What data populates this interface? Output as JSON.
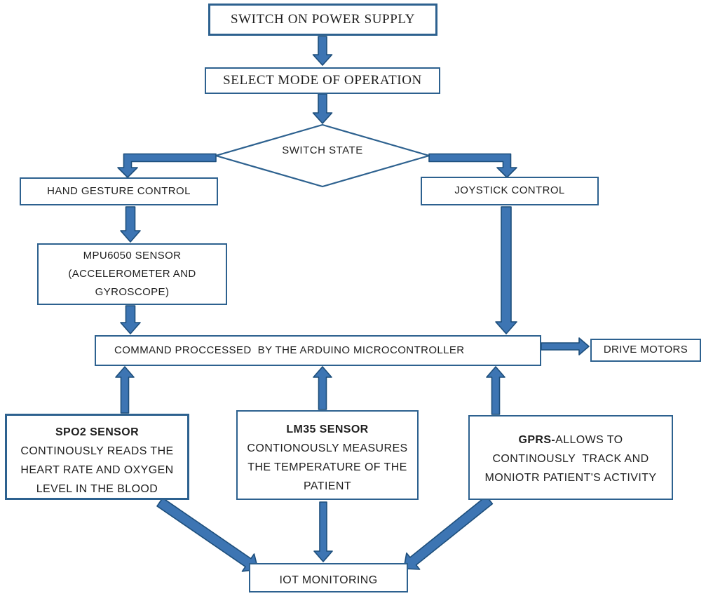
{
  "colors": {
    "arrow_fill": "#3d75b3",
    "arrow_stroke": "#1d4e7b",
    "box_border": "#2d618f",
    "text": "#1f1f1f"
  },
  "nodes": {
    "power": {
      "label": "SWITCH ON POWER SUPPLY"
    },
    "select": {
      "label": "SELECT MODE OF OPERATION"
    },
    "switch_state": {
      "label": "SWITCH STATE"
    },
    "hand": {
      "label": "HAND GESTURE CONTROL"
    },
    "joystick": {
      "label": "JOYSTICK CONTROL"
    },
    "mpu": {
      "lines": [
        "MPU6050 SENSOR",
        "(ACCELEROMETER AND",
        "GYROSCOPE)"
      ]
    },
    "command": {
      "label": "COMMAND PROCCESSED  BY THE ARDUINO MICROCONTROLLER"
    },
    "drive": {
      "label": "DRIVE MOTORS"
    },
    "spo2": {
      "title": "SPO2 SENSOR",
      "lines": [
        "CONTINOUSLY READS THE",
        "HEART RATE AND OXYGEN",
        "LEVEL IN THE BLOOD"
      ]
    },
    "lm35": {
      "title": "LM35 SENSOR",
      "lines": [
        "CONTIONOUSLY MEASURES",
        "THE TEMPERATURE OF THE",
        "PATIENT"
      ]
    },
    "gprs": {
      "title_bold": "GPRS-",
      "title_rest": "ALLOWS TO",
      "lines": [
        "CONTINOUSLY  TRACK AND",
        "MONIOTR PATIENT'S ACTIVITY"
      ]
    },
    "iot": {
      "label": "IOT MONITORING"
    }
  }
}
